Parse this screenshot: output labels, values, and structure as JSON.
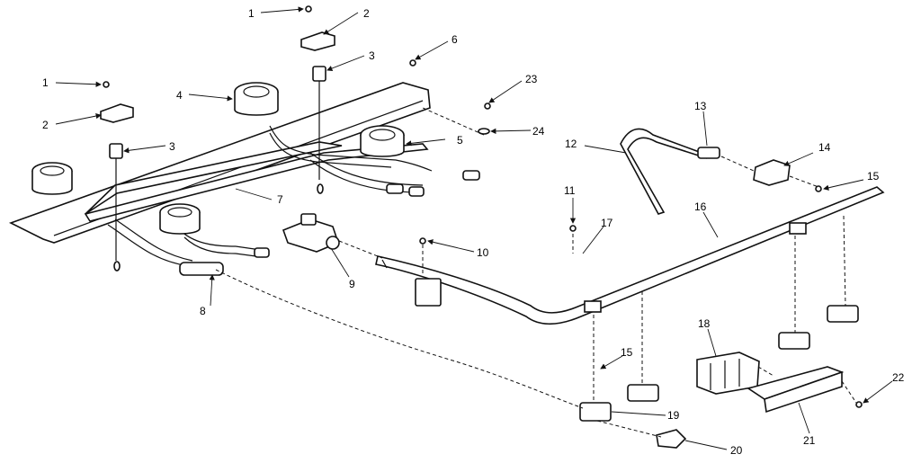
{
  "callouts": [
    "1",
    "2",
    "3",
    "4",
    "5",
    "6",
    "7",
    "8",
    "9",
    "10",
    "11",
    "12",
    "13",
    "14",
    "15",
    "16",
    "17",
    "18",
    "19",
    "20",
    "21",
    "22",
    "23",
    "24"
  ],
  "colors": {
    "ink": "#111111",
    "background": "#ffffff"
  }
}
